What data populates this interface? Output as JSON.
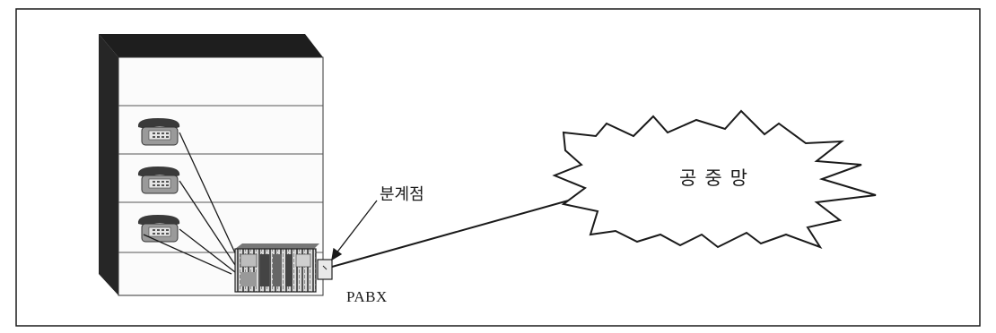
{
  "diagram": {
    "demarcation_label": "분계점",
    "pabx_label": "PABX",
    "public_network_label": "공중망"
  },
  "colors": {
    "line": "#1a1a1a",
    "building_side": "#222222",
    "building_face": "#fbfbfb",
    "phone_body": "#9a9a9a"
  }
}
